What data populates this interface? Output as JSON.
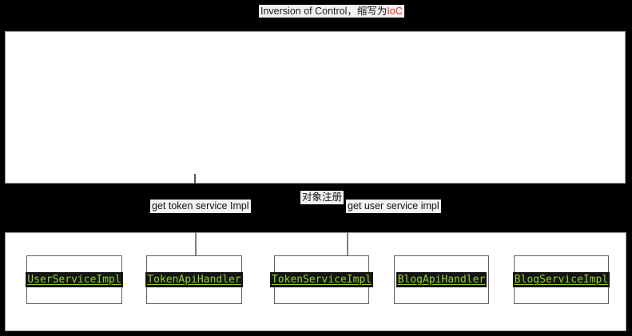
{
  "diagram": {
    "background_color": "#000000",
    "title": {
      "text_prefix": "Inversion of Control，缩写为",
      "text_accent": "IoC",
      "accent_color": "#ff2a1f"
    },
    "panels": [
      {
        "name": "top-container-panel",
        "fill": "#ffffff"
      },
      {
        "name": "bottom-beans-panel",
        "fill": "#ffffff"
      }
    ],
    "edge_labels": [
      {
        "id": "get-token-service-impl",
        "text": "get token service Impl"
      },
      {
        "id": "object-registration",
        "text": "对象注册"
      },
      {
        "id": "get-user-service-impl",
        "text": "get user service impl"
      }
    ],
    "nodes": [
      {
        "id": "user-service-impl",
        "label": "UserServiceImpl"
      },
      {
        "id": "token-api-handler",
        "label": "TokenApiHandler"
      },
      {
        "id": "token-service-impl",
        "label": "TokenServiceImpl"
      },
      {
        "id": "blog-api-handler",
        "label": "BlogApiHandler"
      },
      {
        "id": "blog-service-impl",
        "label": "BlogServiceImpl"
      }
    ],
    "node_text_color": "#8fd425",
    "node_text_background": "#141414",
    "connector_color": "#808080"
  }
}
